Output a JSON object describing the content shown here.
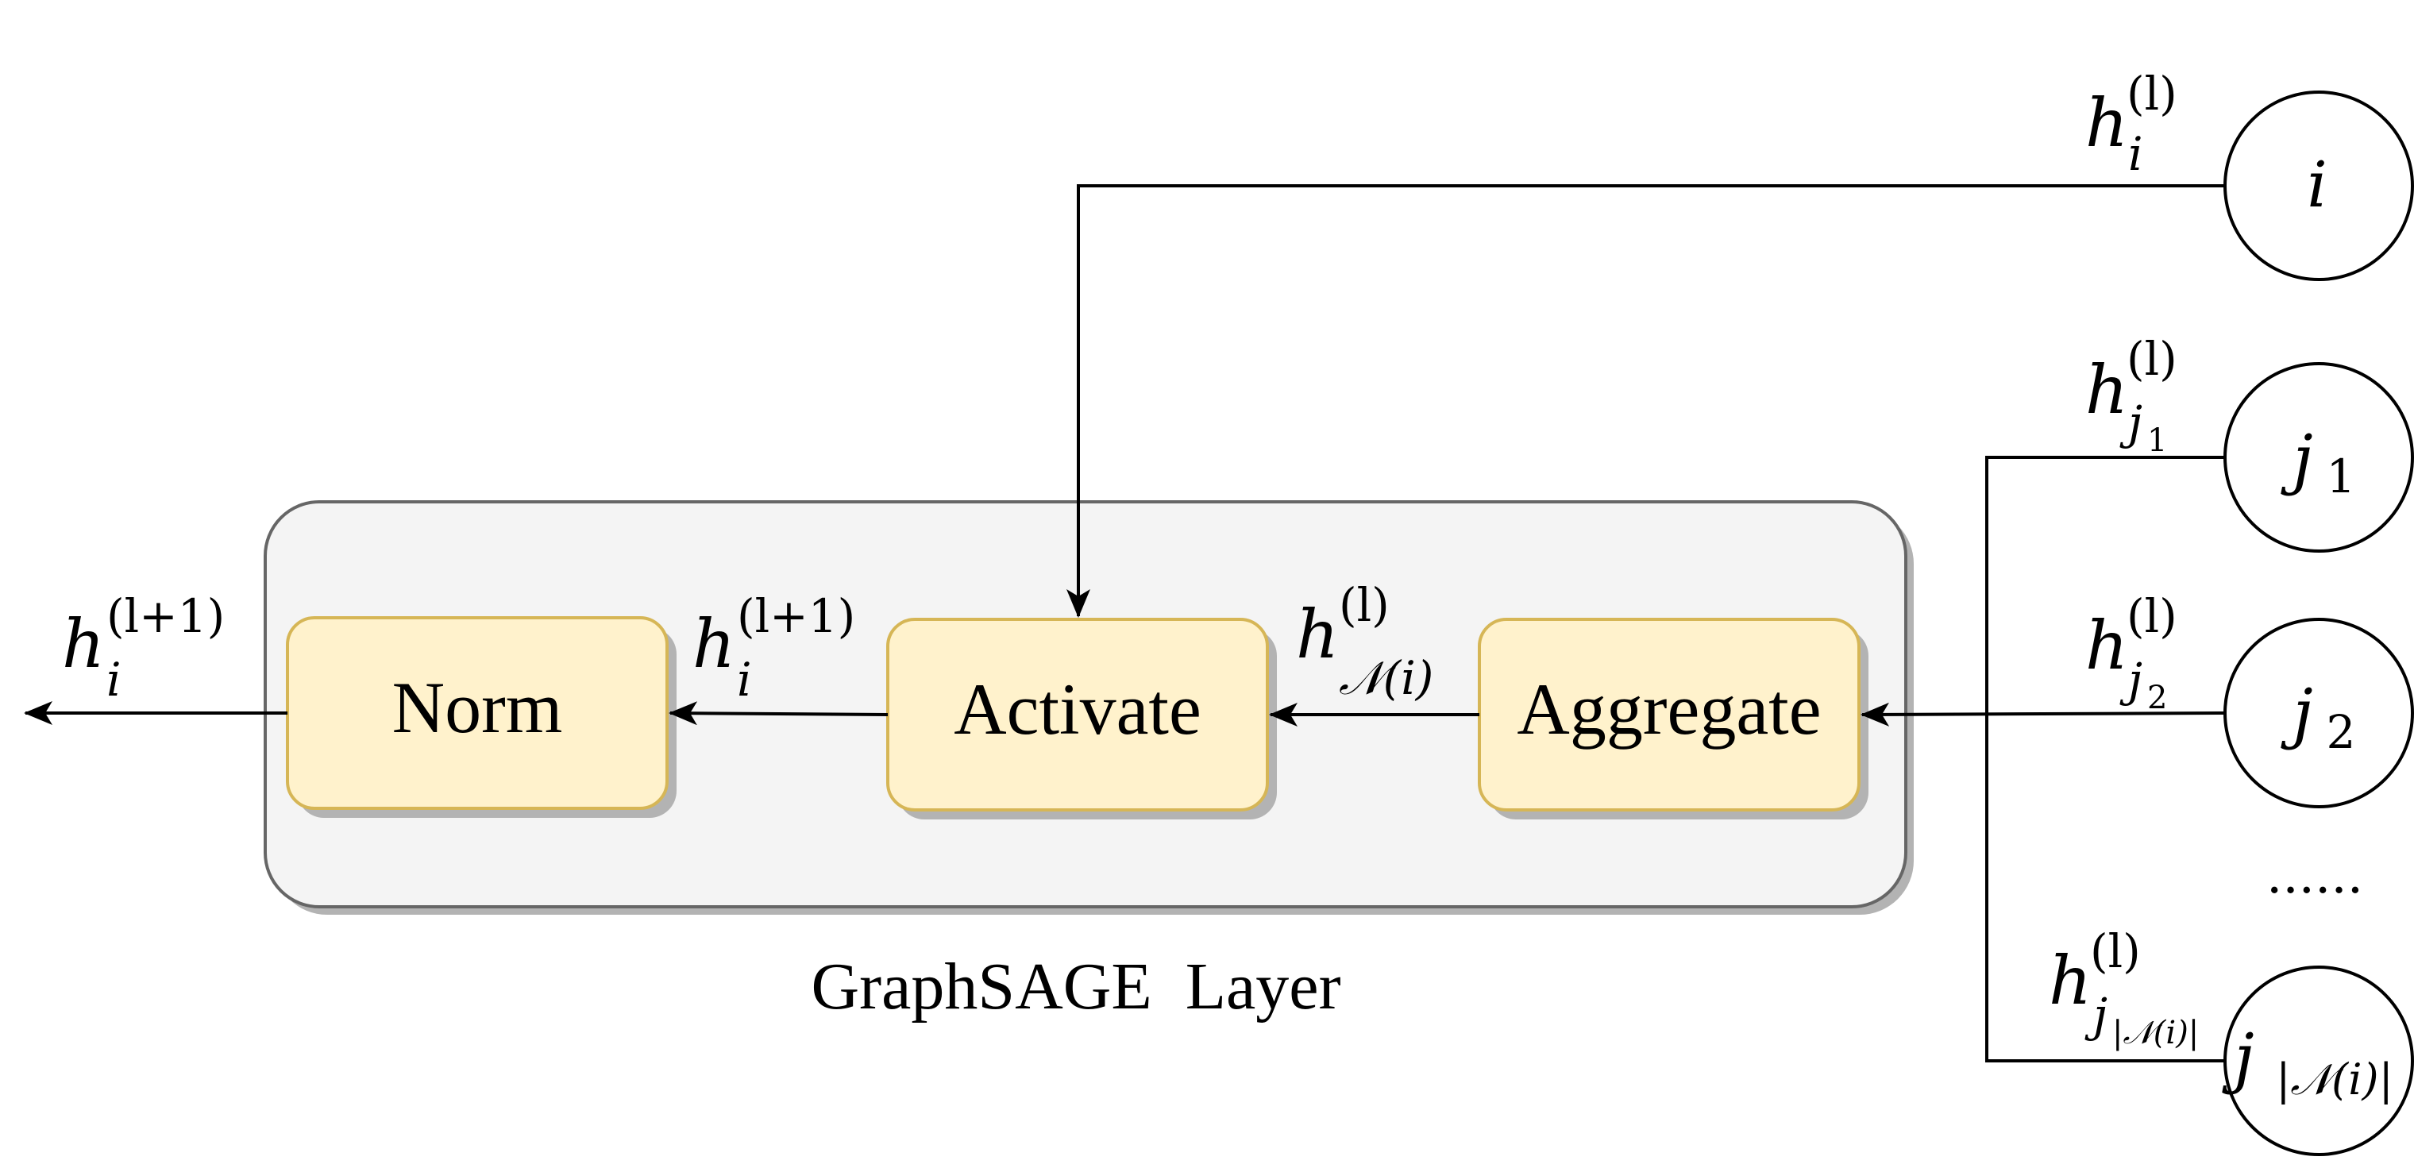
{
  "diagram": {
    "caption": "GraphSAGE  Layer",
    "blocks": {
      "norm": "Norm",
      "activate": "Activate",
      "aggregate": "Aggregate"
    },
    "nodes": {
      "i": "i",
      "j1_base": "j",
      "j1_sub": "1",
      "j2_base": "j",
      "j2_sub": "2",
      "jn_base": "j",
      "jn_sub": "|𝒩(i)|"
    },
    "ellipsis": "......",
    "labels": {
      "h": "h",
      "sup_l": "(l)",
      "sup_l1": "(l+1)",
      "sub_i": "i",
      "sub_j1": "j",
      "sub_j1_idx": "1",
      "sub_j2": "j",
      "sub_j2_idx": "2",
      "sub_jn": "j",
      "sub_jn_idx": "|𝒩(i)|",
      "sub_ni": "𝒩(i)"
    },
    "colors": {
      "panel_fill": "#f4f4f4",
      "panel_stroke": "#666666",
      "block_fill": "#fff2cc",
      "block_stroke": "#d6b656",
      "shadow": "#b3b3b3",
      "line": "#000000"
    }
  }
}
